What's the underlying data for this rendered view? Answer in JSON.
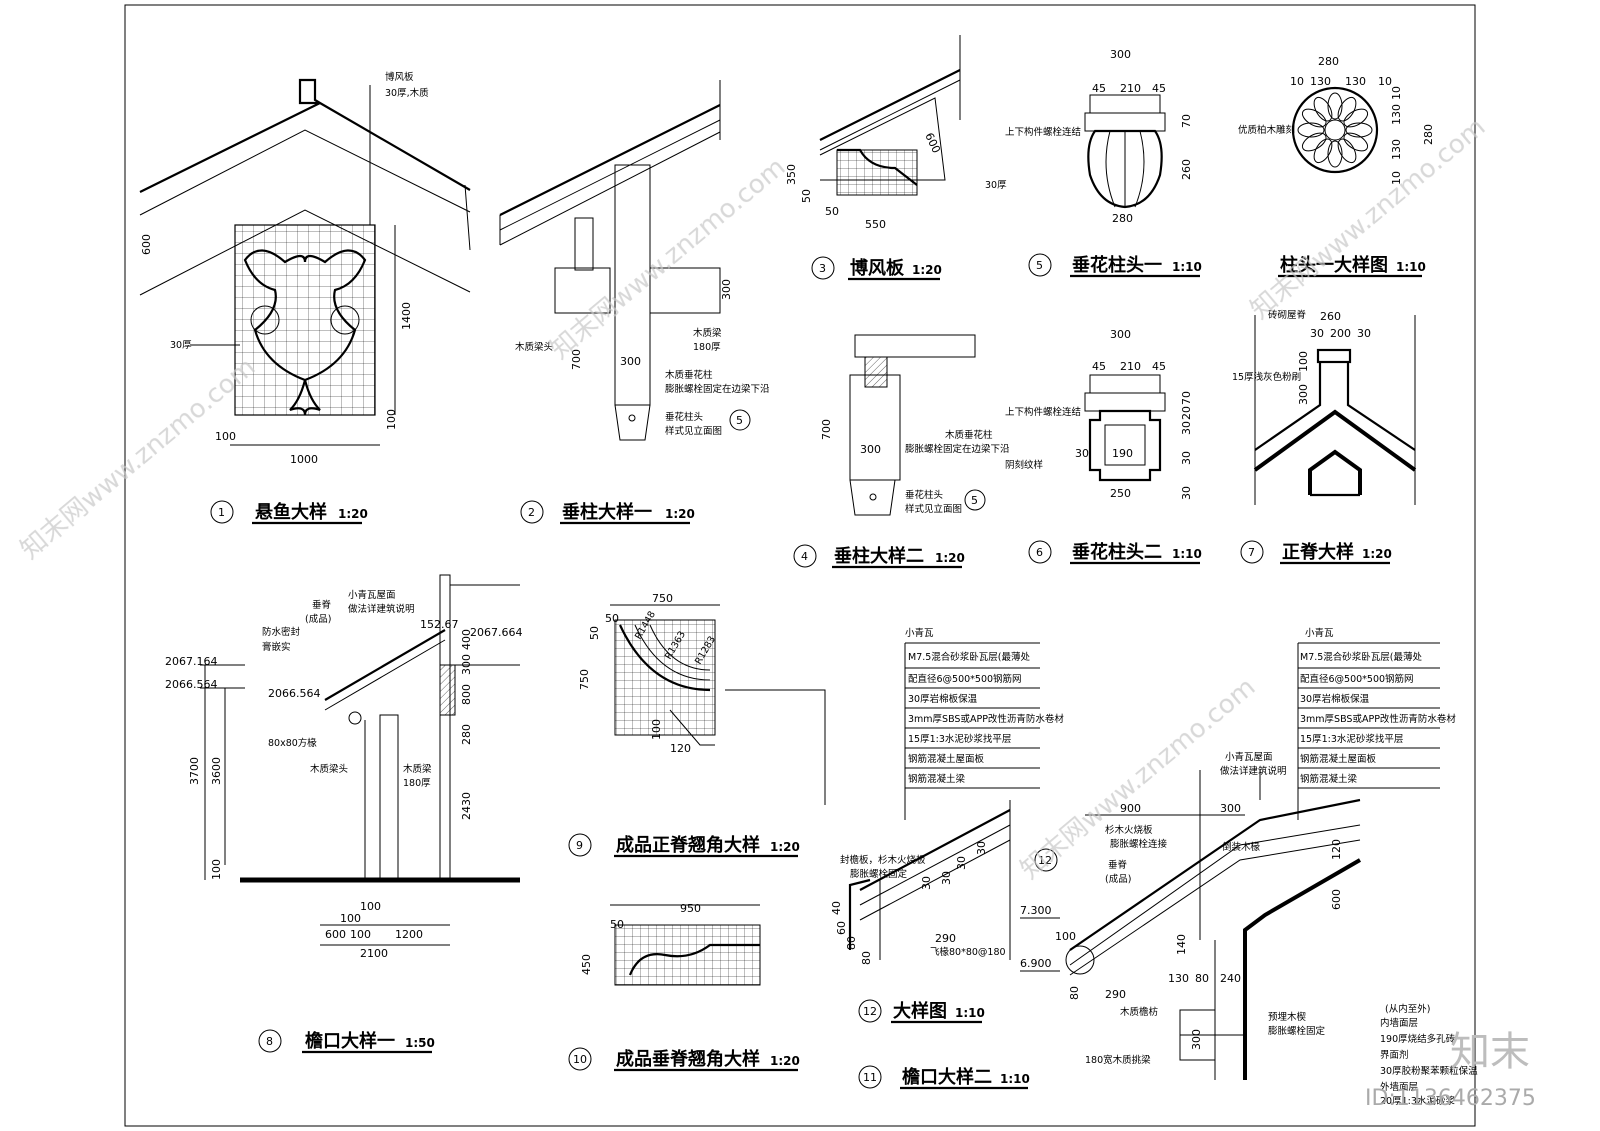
{
  "details": [
    {
      "num": "1",
      "title": "悬鱼大样",
      "scale": "1:20"
    },
    {
      "num": "2",
      "title": "垂柱大样一",
      "scale": "1:20"
    },
    {
      "num": "3",
      "title": "博风板",
      "scale": "1:20"
    },
    {
      "num": "4",
      "title": "垂柱大样二",
      "scale": "1:20"
    },
    {
      "num": "5",
      "title": "垂花柱头一",
      "scale": "1:10"
    },
    {
      "num": "6",
      "title": "垂花柱头二",
      "scale": "1:10"
    },
    {
      "num": "",
      "title": "柱头一大样图",
      "scale": "1:10"
    },
    {
      "num": "7",
      "title": "正脊大样",
      "scale": "1:20"
    },
    {
      "num": "8",
      "title": "檐口大样一",
      "scale": "1:50"
    },
    {
      "num": "9",
      "title": "成品正脊翘角大样",
      "scale": "1:20"
    },
    {
      "num": "10",
      "title": "成品垂脊翘角大样",
      "scale": "1:20"
    },
    {
      "num": "12",
      "title": "大样图",
      "scale": "1:10"
    },
    {
      "num": "11",
      "title": "檐口大样二",
      "scale": "1:10"
    }
  ],
  "d1": {
    "board": "博风板",
    "board_spec": "30厚,木质",
    "thk": "30厚",
    "dims": [
      "600",
      "1400",
      "100",
      "100",
      "1000"
    ]
  },
  "d2": {
    "beam_head": "木质梁头",
    "beam": "木质梁",
    "beam_thk": "180厚",
    "col": "木质垂花柱",
    "col_fix": "膨胀螺栓固定在边梁下沿",
    "head": "垂花柱头",
    "head_ref": "样式见立面图",
    "ref": "5",
    "dims": [
      "300",
      "700",
      "300"
    ]
  },
  "d3": {
    "thk": "30厚",
    "dims": [
      "350",
      "600",
      "50",
      "50",
      "550"
    ]
  },
  "d4": {
    "col": "木质垂花柱",
    "col_fix": "膨胀螺栓固定在边梁下沿",
    "head": "垂花柱头",
    "head_ref": "样式见立面图",
    "ref": "5",
    "dims": [
      "700",
      "300"
    ]
  },
  "d5": {
    "bolt": "上下构件螺栓连结",
    "dims": [
      "300",
      "45",
      "210",
      "45",
      "70",
      "260",
      "280"
    ]
  },
  "d6": {
    "bolt": "上下构件螺栓连结",
    "carve": "阴刻纹样",
    "dims": [
      "300",
      "45",
      "210",
      "45",
      "70",
      "20",
      "30",
      "30",
      "190",
      "30",
      "250",
      "30"
    ]
  },
  "dhead": {
    "wood": "优质柏木雕刻",
    "dims": [
      "280",
      "10",
      "130",
      "130",
      "10",
      "10",
      "130",
      "130",
      "10",
      "280"
    ]
  },
  "d7": {
    "ridge": "砖砌屋脊",
    "plaster": "15厚浅灰色粉刷",
    "dims": [
      "260",
      "30",
      "200",
      "30",
      "100",
      "300"
    ]
  },
  "d8": {
    "roof": "小青瓦屋面",
    "roof_ref": "做法详建筑说明",
    "ridge": "垂脊",
    "ridge2": "(成品)",
    "seal": "防水密封",
    "seal2": "膏嵌实",
    "purlin": "80x80方椽",
    "beam_head": "木质梁头",
    "beam": "木质梁",
    "beam_thk": "180厚",
    "elev": [
      "2067.164",
      "2066.564",
      "2066.564",
      "2067.664",
      "152.67"
    ],
    "dims": [
      "3700",
      "3600",
      "100",
      "400",
      "300",
      "800",
      "280",
      "2430",
      "100",
      "600",
      "100",
      "1200",
      "2100",
      "100"
    ]
  },
  "d9": {
    "dims": [
      "750",
      "50",
      "50",
      "750",
      "100",
      "120"
    ],
    "radii": [
      "R1448",
      "R1363",
      "R1283"
    ]
  },
  "d10": {
    "dims": [
      "950",
      "50",
      "450"
    ]
  },
  "layers": [
    "小青瓦",
    "M7.5混合砂浆卧瓦层(最薄处",
    "配直径6@500*500钢筋网",
    "30厚岩棉板保温",
    "3mm厚SBS或APP改性沥青防水卷材",
    "15厚1:3水泥砂浆找平层",
    "钢筋混凝土屋面板",
    "钢筋混凝土梁"
  ],
  "d12": {
    "eave": "封檐板，杉木火烧板",
    "eave_fix": "膨胀螺栓固定",
    "rafter": "飞椽80*80@180",
    "dims": [
      "30",
      "30",
      "30",
      "30",
      "290",
      "40",
      "60",
      "80",
      "80"
    ]
  },
  "d11": {
    "roof": "小青瓦屋面",
    "roof_ref": "做法详建筑说明",
    "board": "杉木火烧板",
    "board_fix": "膨胀螺栓连接",
    "wood": "倒装木椽",
    "ridge": "垂脊",
    "ridge2": "(成品)",
    "purlin": "木质檐枋",
    "beam": "180宽木质挑梁",
    "block": "预埋木楔",
    "block_fix": "膨胀螺栓固定",
    "wall": [
      "(从内至外)",
      "内墙面层",
      "190厚烧结多孔砖",
      "界面剂",
      "30厚胶粉聚苯颗粒保温",
      "外墙面层",
      "20厚1:3水泥砂浆"
    ],
    "elev": [
      "7.300",
      "6.900"
    ],
    "dims": [
      "900",
      "300",
      "120",
      "600",
      "100",
      "140",
      "290",
      "130",
      "80",
      "240",
      "300",
      "80"
    ],
    "ref": "12"
  },
  "logo": "知末",
  "id_text": "ID:1136462375",
  "watermark": "知末网www.znzmo.com"
}
